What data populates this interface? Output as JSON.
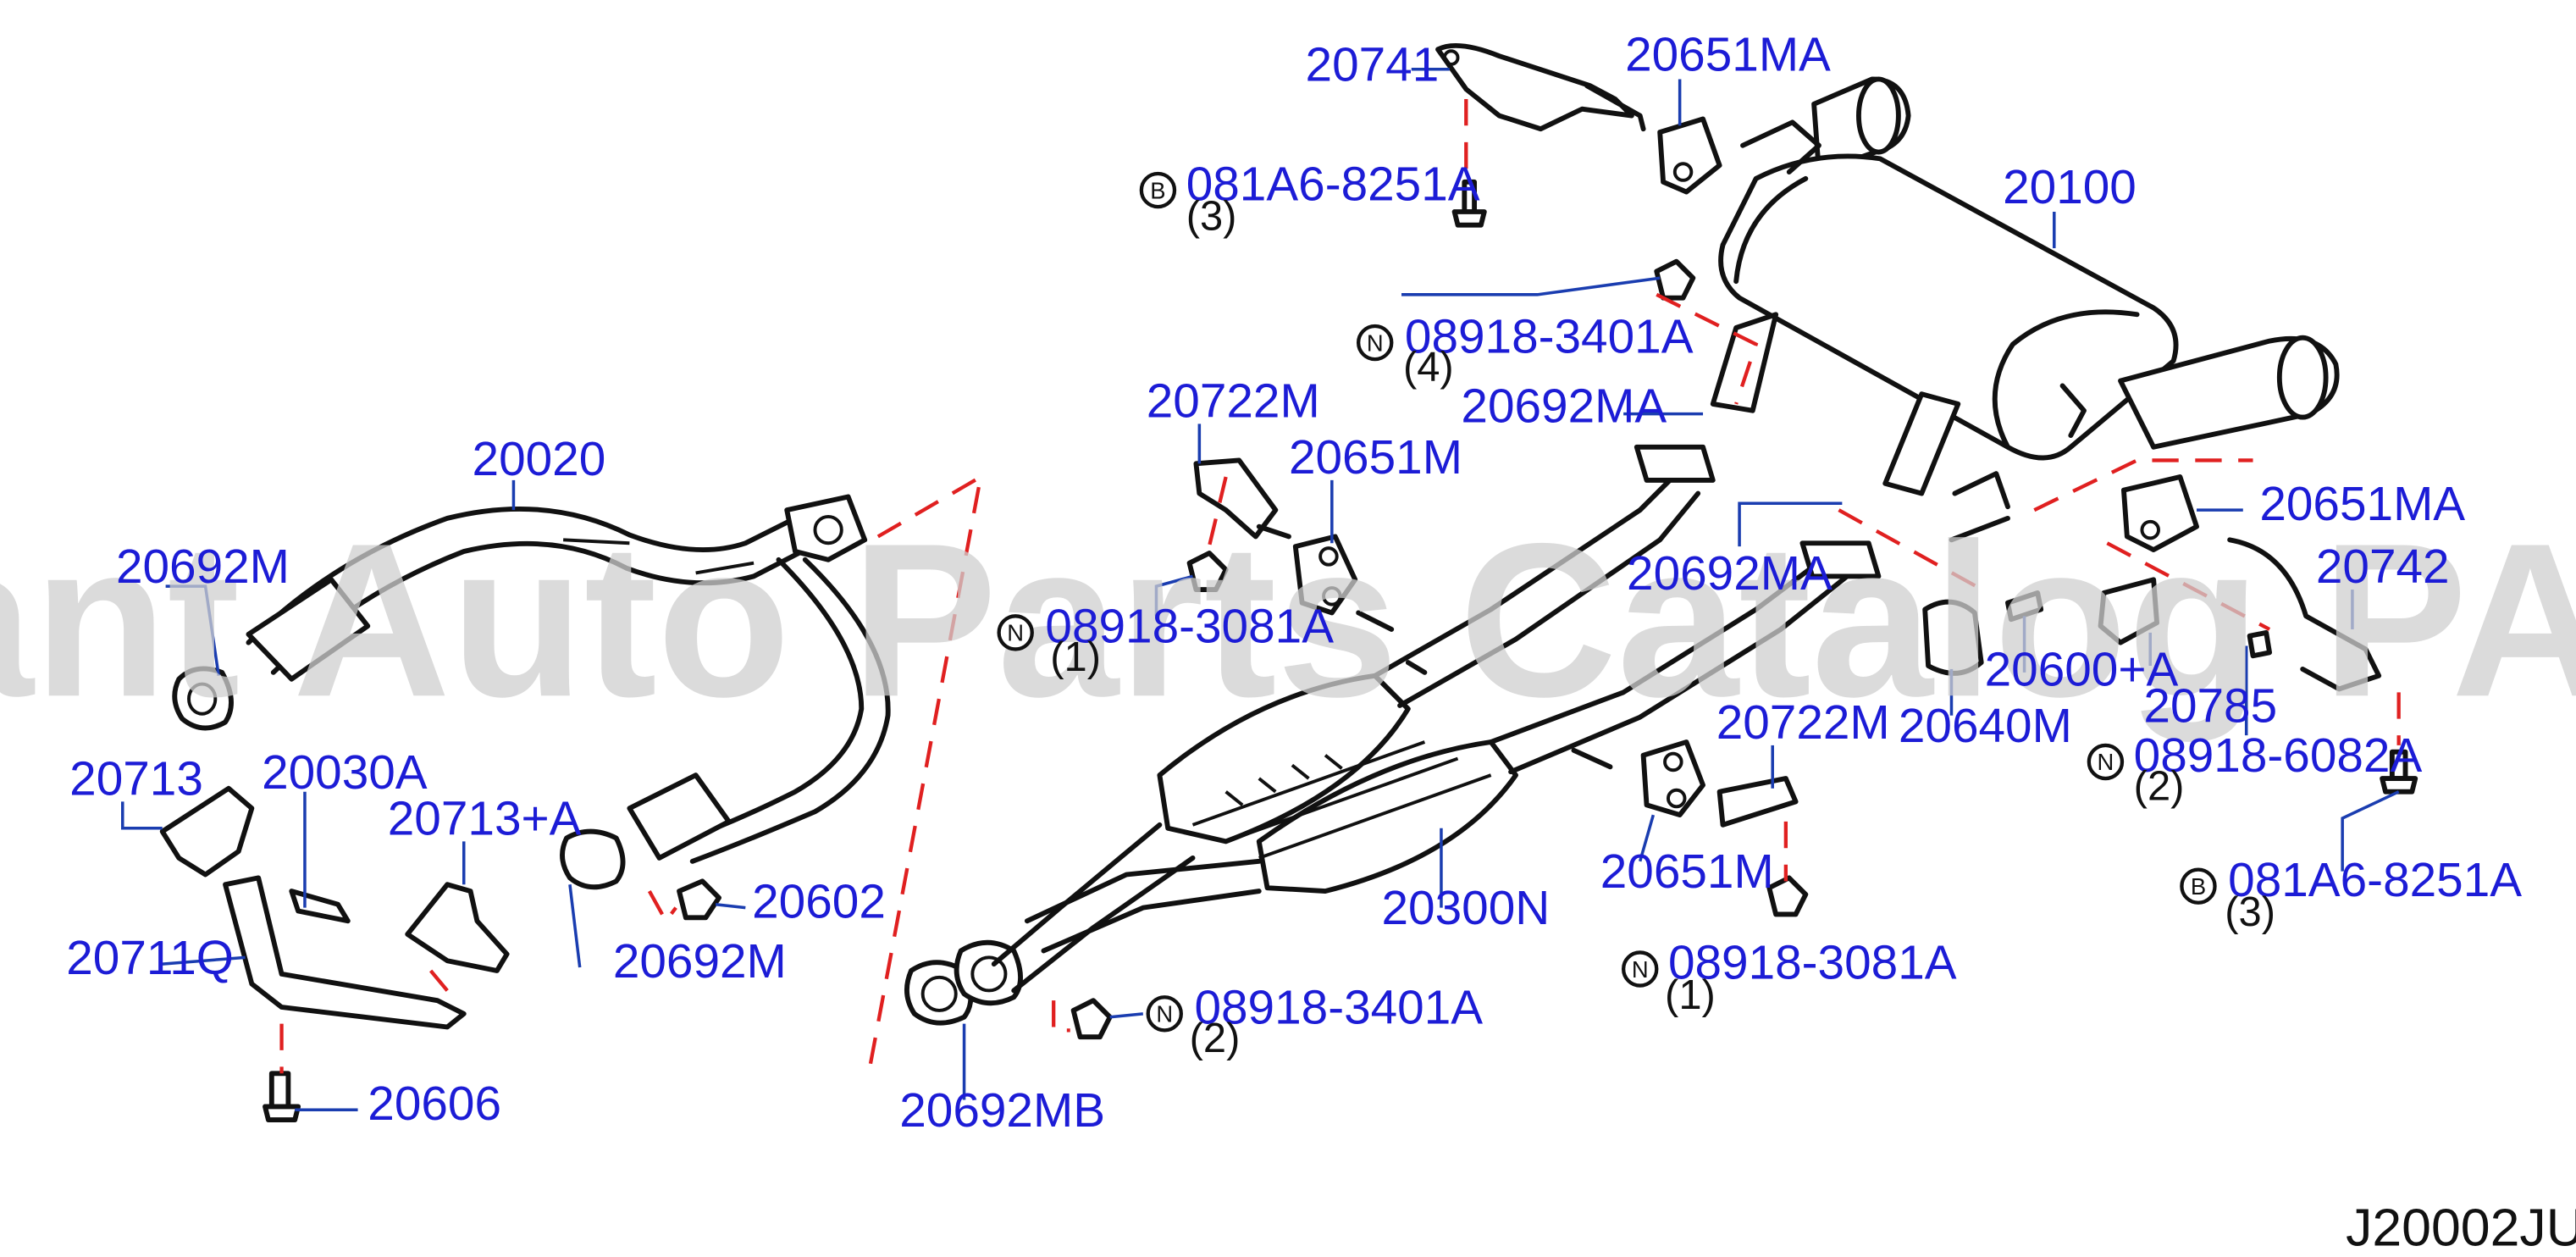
{
  "diagram": {
    "watermark": "Offers Merchant Auto Parts Catalog PARTSTORE.SA",
    "diagram_code": "J20002JU",
    "callouts": {
      "p20741": "20741",
      "p20651MA_top": "20651MA",
      "p20100": "20100",
      "p20651MA_right": "20651MA",
      "p20742": "20742",
      "p20785": "20785",
      "p20640M": "20640M",
      "p20600A": "20600+A",
      "p20692MA_a": "20692MA",
      "p20692MA_b": "20692MA",
      "p20722M_a": "20722M",
      "p20651M_a": "20651M",
      "p20722M_b": "20722M",
      "p20651M_b": "20651M",
      "p20300N": "20300N",
      "p20692MB": "20692MB",
      "p20020": "20020",
      "p20692M_a": "20692M",
      "p20692M_b": "20692M",
      "p20602": "20602",
      "p20713": "20713",
      "p20030A": "20030A",
      "p20713A": "20713+A",
      "p20711Q": "20711Q",
      "p20606": "20606"
    },
    "fasteners": {
      "b_top": {
        "badge": "B",
        "part": "081A6-8251A",
        "qty": "(3)"
      },
      "n_3401_top": {
        "badge": "N",
        "part": "08918-3401A",
        "qty": "(4)"
      },
      "n_3081_mid": {
        "badge": "N",
        "part": "08918-3081A",
        "qty": "(1)"
      },
      "n_6082": {
        "badge": "N",
        "part": "08918-6082A",
        "qty": "(2)"
      },
      "b_right": {
        "badge": "B",
        "part": "081A6-8251A",
        "qty": "(3)"
      },
      "n_3081_low": {
        "badge": "N",
        "part": "08918-3081A",
        "qty": "(1)"
      },
      "n_3401_low": {
        "badge": "N",
        "part": "08918-3401A",
        "qty": "(2)"
      }
    }
  }
}
